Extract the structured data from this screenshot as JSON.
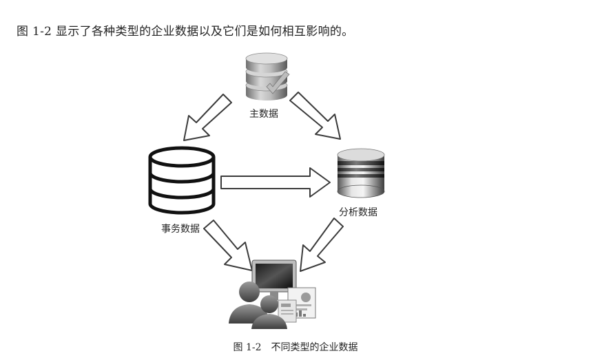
{
  "intro_text": "图 1-2 显示了各种类型的企业数据以及它们是如何相互影响的。",
  "nodes": {
    "master": {
      "label": "主数据",
      "icon": "database-check-icon"
    },
    "transaction": {
      "label": "事务数据",
      "icon": "database-outline-icon"
    },
    "analytics": {
      "label": "分析数据",
      "icon": "database-cylinder-icon"
    },
    "users": {
      "icon": "users-computer-reports-icon"
    }
  },
  "figure": {
    "number": "图 1-2",
    "title": "不同类型的企业数据"
  },
  "colors": {
    "arrow_stroke": "#3a3a3a",
    "arrow_fill": "#ffffff",
    "db_outline": "#111111"
  }
}
